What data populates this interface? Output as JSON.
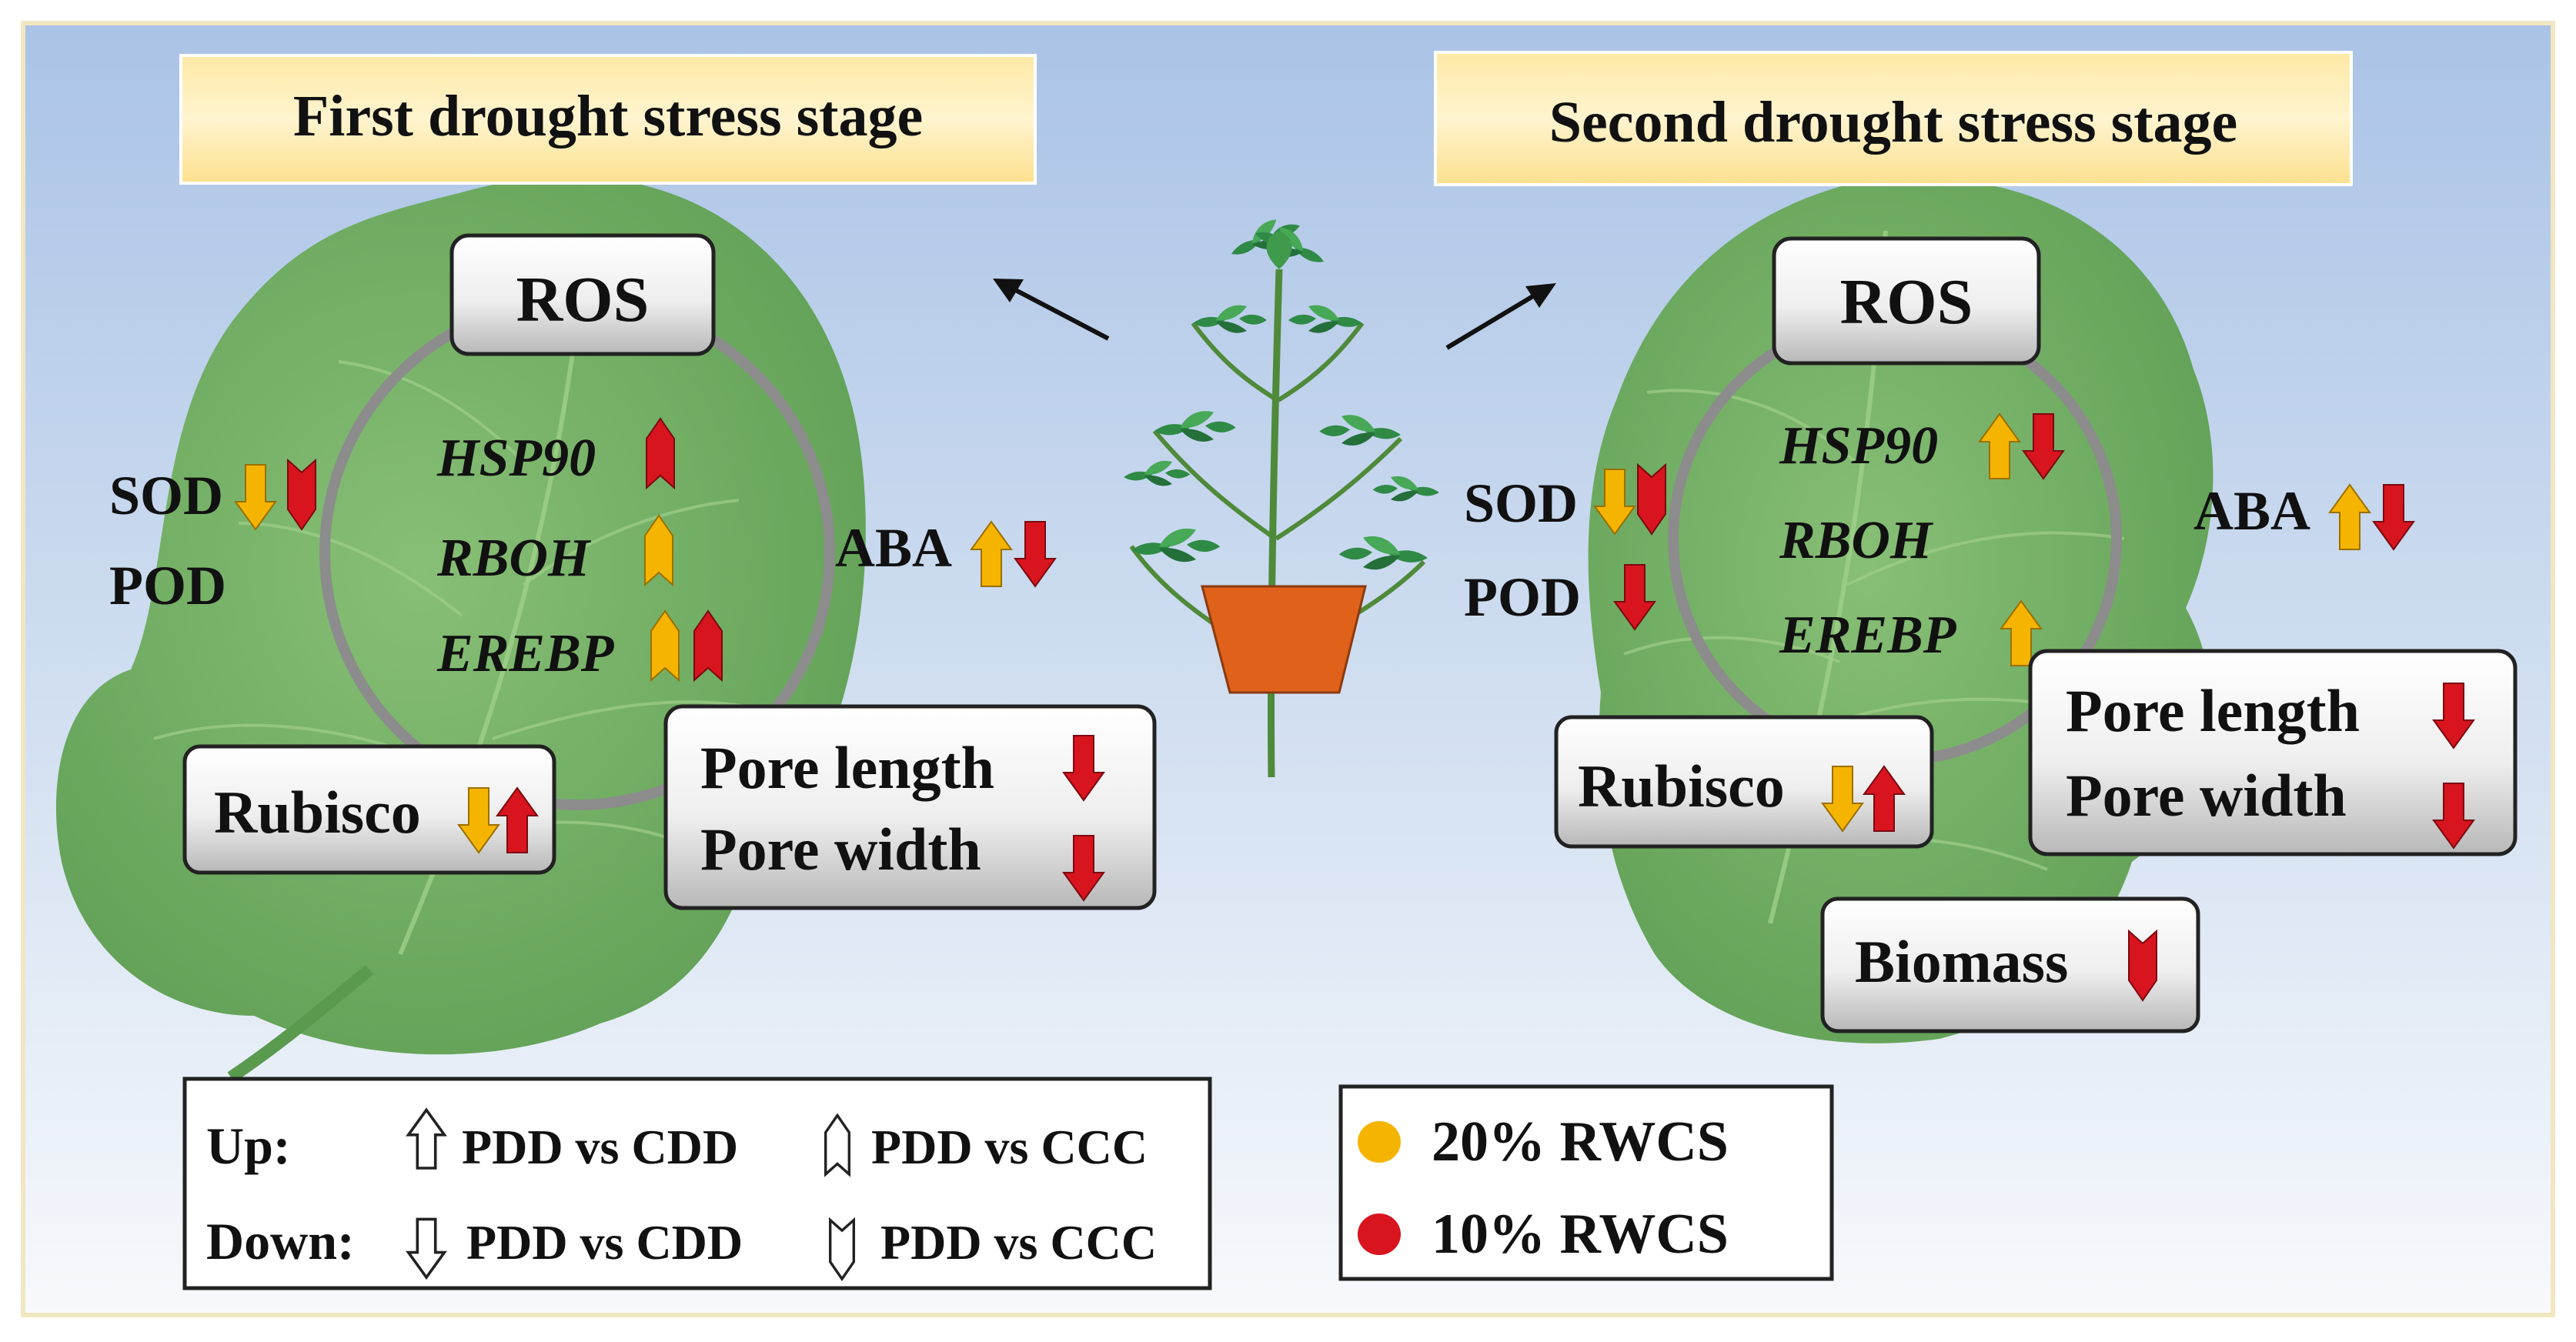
{
  "stages": {
    "first": {
      "title": "First drought stress stage",
      "ros": "ROS",
      "genes": [
        "HSP90",
        "RBOH",
        "EREBP"
      ],
      "antioxidants": [
        "SOD",
        "POD"
      ],
      "hormone": "ABA",
      "rubisco": "Rubisco",
      "pore": [
        "Pore length",
        "Pore width"
      ]
    },
    "second": {
      "title": "Second drought stress stage",
      "ros": "ROS",
      "genes": [
        "HSP90",
        "RBOH",
        "EREBP"
      ],
      "antioxidants": [
        "SOD",
        "POD"
      ],
      "hormone": "ABA",
      "rubisco": "Rubisco",
      "pore": [
        "Pore length",
        "Pore width"
      ],
      "biomass": "Biomass"
    }
  },
  "legend": {
    "up_label": "Up:",
    "down_label": "Down:",
    "cmp_cdd": "PDD vs CDD",
    "cmp_ccc": "PDD vs CCC",
    "rwcs_20": "20% RWCS",
    "rwcs_10": "10% RWCS"
  },
  "colors": {
    "rwcs_20": "#f5b400",
    "rwcs_10": "#d8141e",
    "leaf": "#6aab5e",
    "pot": "#e0611a"
  }
}
